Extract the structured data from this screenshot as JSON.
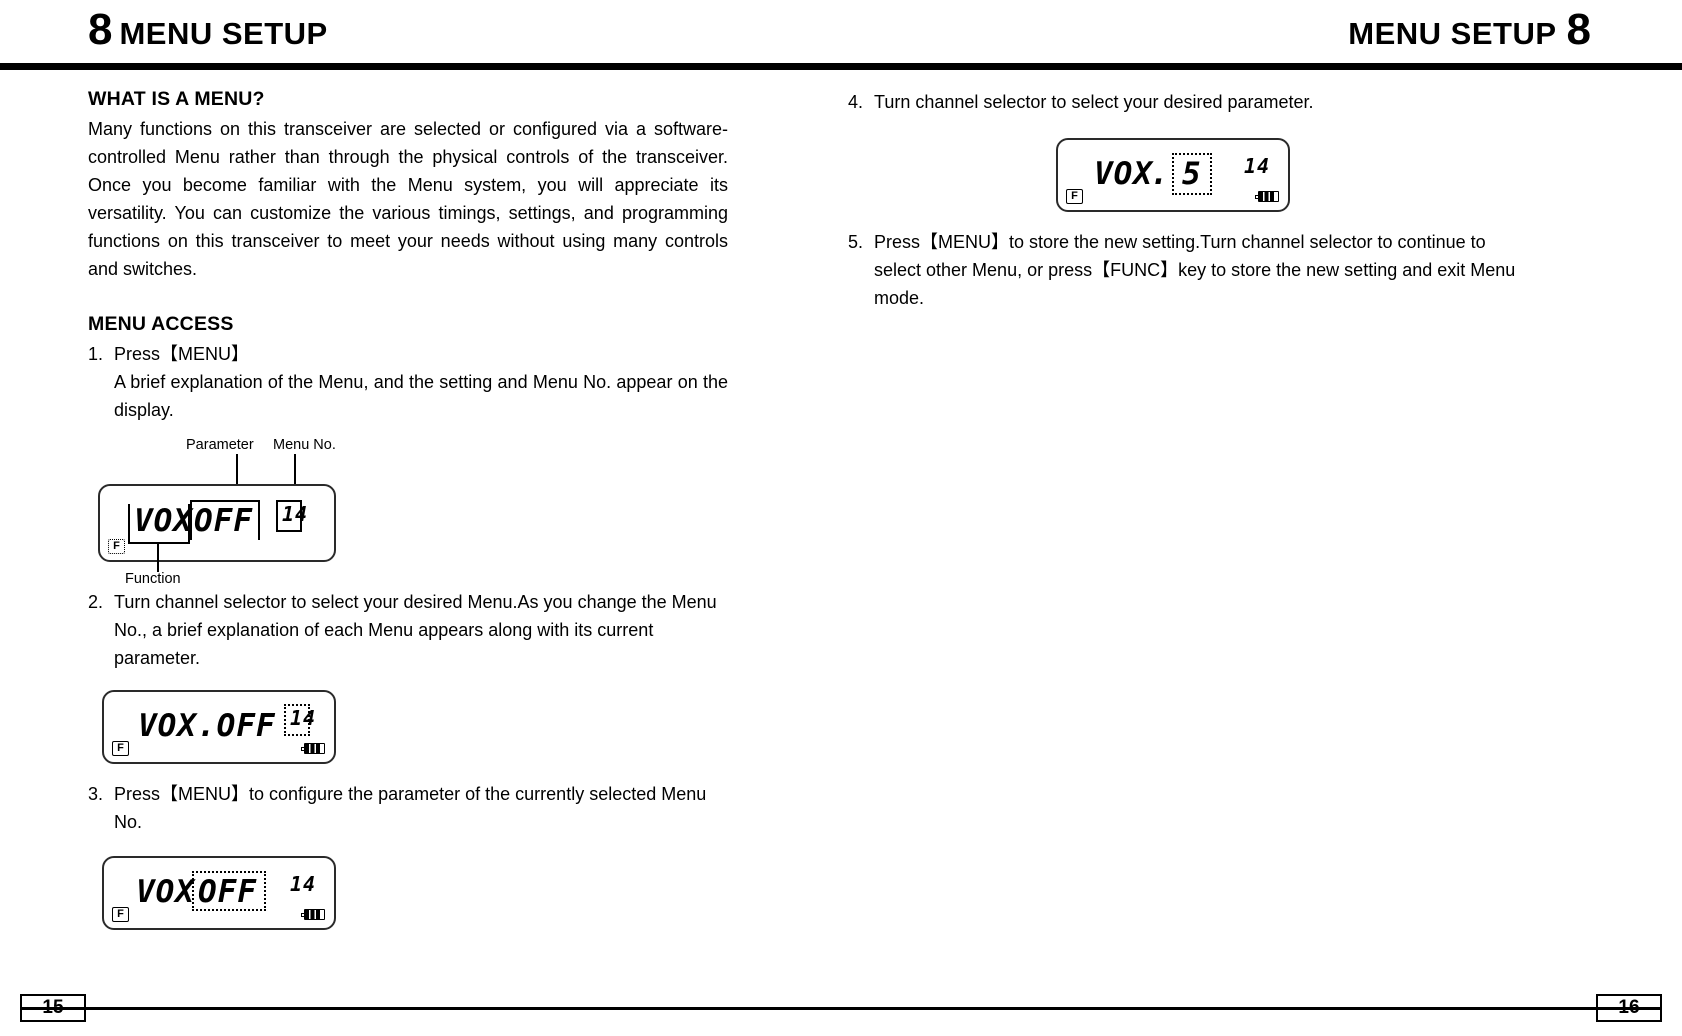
{
  "header": {
    "chapter_number": "8",
    "chapter_title_left": "MENU SETUP",
    "chapter_title_right": "MENU SETUP",
    "chapter_number_right": "8"
  },
  "left_column": {
    "section1_title": "WHAT IS A MENU?",
    "section1_body": "Many functions on this transceiver are selected or configured via a software-controlled Menu rather than through the physical controls of the transceiver. Once you become familiar with the Menu system, you will appreciate its versatility. You can customize the various timings, settings, and programming functions on this transceiver to meet your needs without using many controls and switches.",
    "section2_title": "MENU ACCESS",
    "step1_num": "1.",
    "step1_text": "Press【MENU】",
    "step1_sub": "A brief explanation of the Menu, and the setting and Menu No. appear on the display.",
    "step2_num": "2.",
    "step2_text": "Turn channel selector to select your desired Menu.As you change the Menu No., a brief explanation of each Menu appears along with its current parameter.",
    "step3_num": "3.",
    "step3_text": "Press【MENU】to configure the parameter of the currently selected Menu No."
  },
  "right_column": {
    "step4_num": "4.",
    "step4_text": "Turn channel selector to select your desired parameter.",
    "step5_num": "5.",
    "step5_text": "Press【MENU】to store the new setting.Turn channel selector to continue to select other Menu, or press【FUNC】key to store the new setting and exit Menu mode."
  },
  "lcd1": {
    "function_text": "VOX",
    "separator": ".",
    "parameter_text": "OFF",
    "menu_no": "14",
    "f_indicator": "F",
    "label_parameter": "Parameter",
    "label_menu_no": "Menu No.",
    "label_function": "Function"
  },
  "lcd2": {
    "display_text": "VOX.OFF",
    "menu_no": "14",
    "f_indicator": "F"
  },
  "lcd3": {
    "function_text": "VOX",
    "separator": ".",
    "parameter_text": "OFF",
    "menu_no": "14",
    "f_indicator": "F"
  },
  "lcd4": {
    "function_text": "VOX",
    "separator": ".",
    "parameter_text": "5",
    "menu_no": "14",
    "f_indicator": "F"
  },
  "footer": {
    "page_left": "15",
    "page_right": "16"
  },
  "colors": {
    "ink": "#000000",
    "paper": "#ffffff",
    "lcd_border": "#2a2a2a"
  }
}
